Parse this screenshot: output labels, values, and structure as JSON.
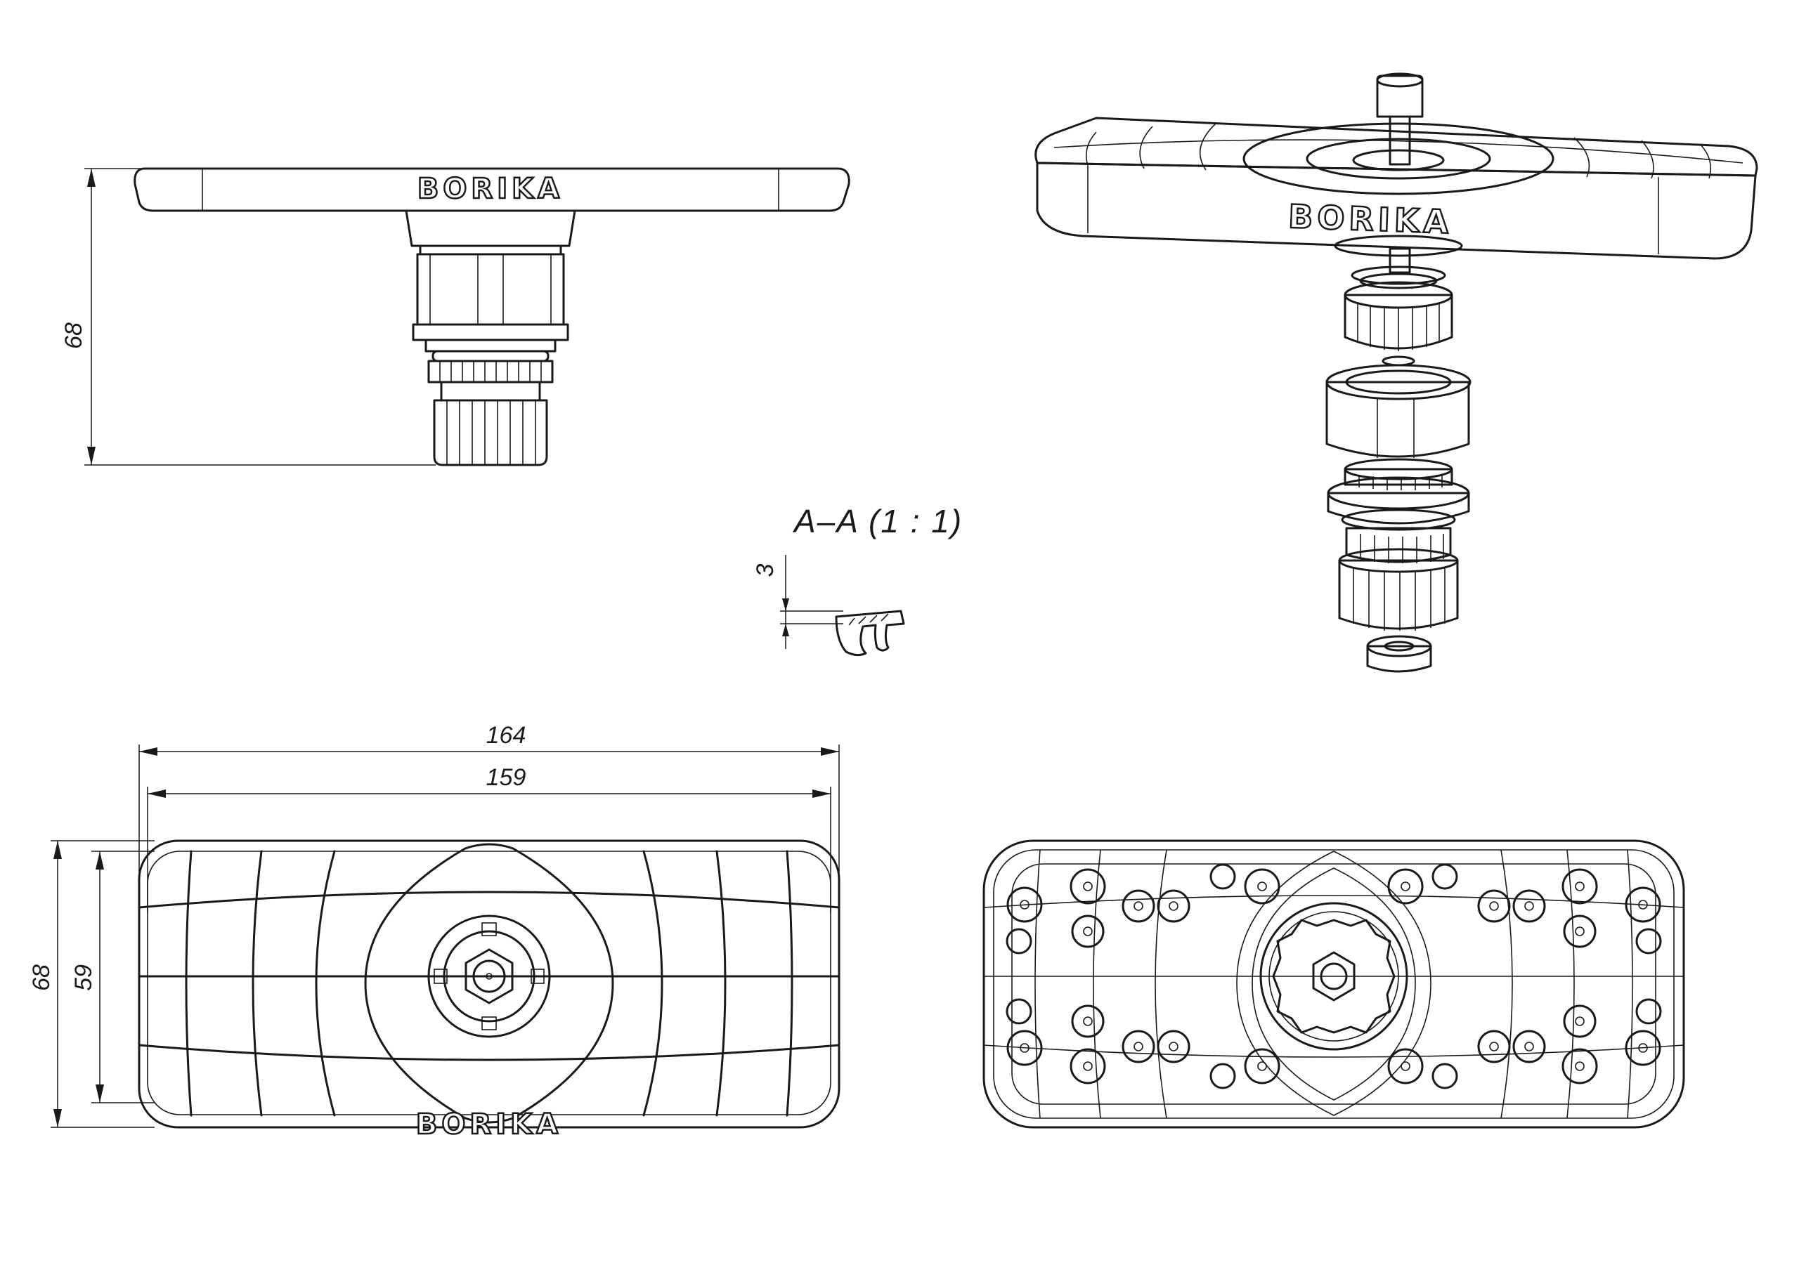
{
  "brand": {
    "logo_text": "BORIKA"
  },
  "dimensions": {
    "side_height": "68",
    "overall_length": "164",
    "inner_length": "159",
    "overall_width": "68",
    "inner_width": "59",
    "section_thickness": "3"
  },
  "section": {
    "label": "A–A (1 : 1)"
  }
}
